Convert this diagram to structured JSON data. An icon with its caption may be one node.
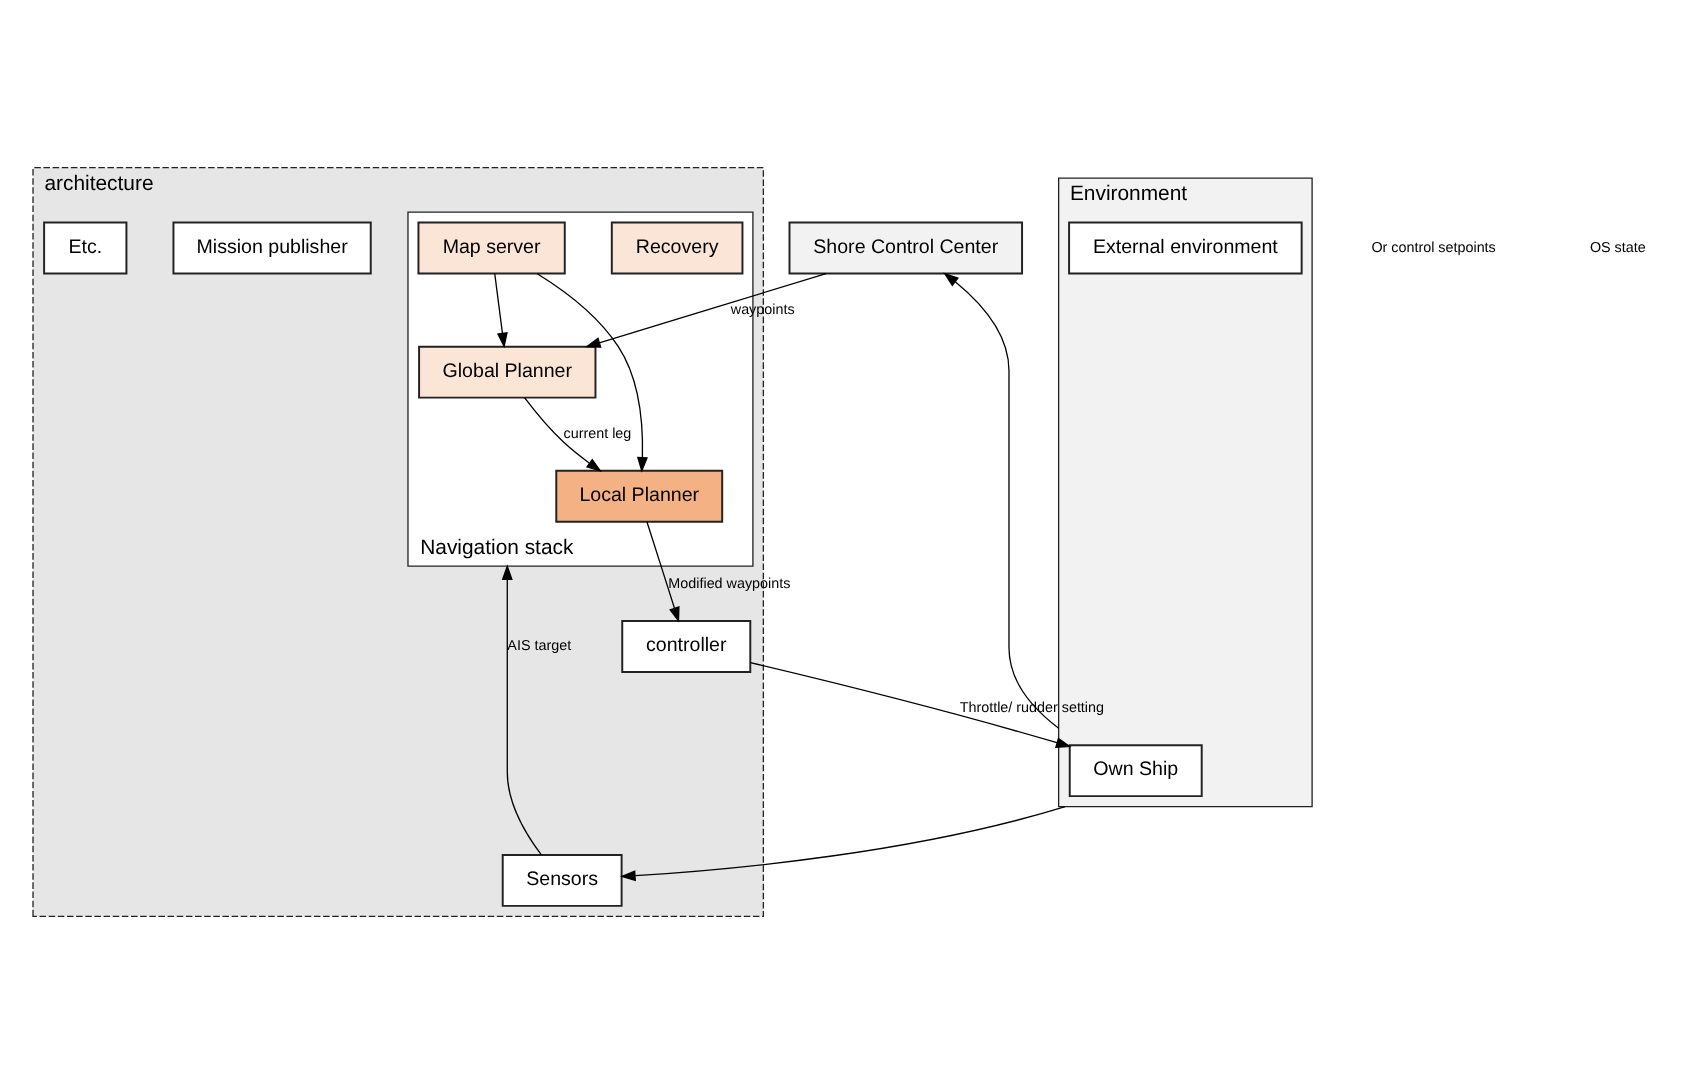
{
  "diagram": {
    "nodes": [
      {
        "text": [
          "Shore Control Center"
        ]
      },
      {
        "text": [
          "architecture"
        ]
      },
      {
        "text": [
          "Navigation stack"
        ],
        "in": 1
      },
      {
        "text": [
          "Global Planner"
        ],
        "in": 2
      },
      {
        "text": [
          "Recovery"
        ],
        "in": 2
      },
      {
        "text": [
          "Local Planner"
        ],
        "in": 2
      },
      {
        "text": [
          "Map server"
        ],
        "in": 2
      },
      {
        "text": [
          "controller"
        ],
        "in": 1
      },
      {
        "text": [
          "Sensors"
        ],
        "in": 1
      },
      {
        "text": [
          "Mission publisher"
        ],
        "in": 1
      },
      {
        "text": [
          "Etc."
        ],
        "in": 1
      },
      {
        "text": [
          "Environment"
        ]
      },
      {
        "text": [
          "Own Ship"
        ],
        "in": 11
      },
      {
        "text": [
          "External environment"
        ],
        "in": 11
      }
    ],
    "edges": [
      {
        "from": 0,
        "to": 3,
        "arrow": "to",
        "label": "waypoints"
      },
      {
        "from": 3,
        "to": 5,
        "arrow": "to",
        "label": "current leg"
      },
      {
        "from": 6,
        "to": 3,
        "arrow": "to"
      },
      {
        "from": 6,
        "to": 5,
        "arrow": "to"
      },
      {
        "from": 5,
        "to": 7,
        "arrow": "to",
        "label": "Modified waypoints"
      },
      {
        "from": 7,
        "to": 12,
        "arrow": "to",
        "label": "Throttle/ rudder setting"
      },
      {
        "from": 8,
        "to": 2,
        "arrow": "to",
        "label": "AIS target"
      },
      {
        "from": 11,
        "to": 8,
        "arrow": "to"
      },
      {
        "from": 11,
        "to": 0,
        "arrow": "to"
      }
    ],
    "labels": [
      "Or control setpoints",
      "OS state"
    ]
  }
}
